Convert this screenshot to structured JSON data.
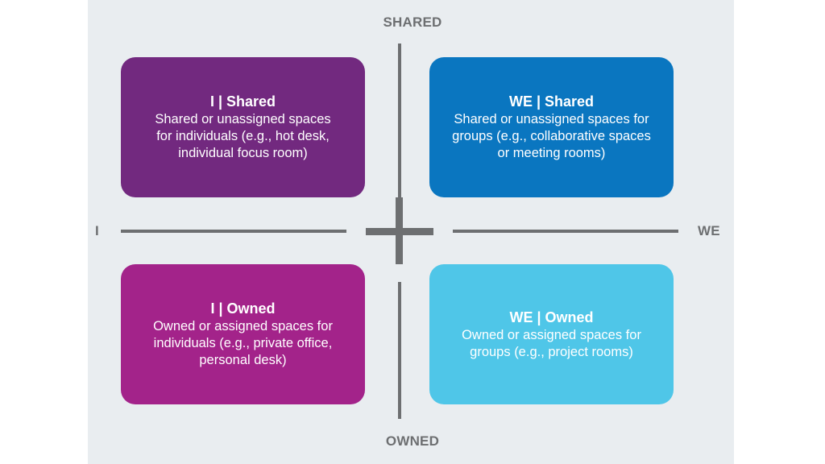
{
  "axes": {
    "top": "SHARED",
    "bottom": "OWNED",
    "left": "I",
    "right": "WE"
  },
  "quadrants": {
    "i_shared": {
      "title": "I | Shared",
      "description": "Shared or unassigned spaces\nfor individuals (e.g., hot desk,\nindividual focus room)",
      "color": "#72297f"
    },
    "we_shared": {
      "title": "WE | Shared",
      "description": "Shared or unassigned spaces for\ngroups (e.g., collaborative spaces\nor meeting rooms)",
      "color": "#0a76c0"
    },
    "i_owned": {
      "title": "I | Owned",
      "description": "Owned or assigned spaces for\nindividuals (e.g., private office,\npersonal desk)",
      "color": "#a3238a"
    },
    "we_owned": {
      "title": "WE | Owned",
      "description": "Owned or assigned spaces for\ngroups (e.g., project rooms)",
      "color": "#4fc6e8"
    }
  },
  "colors": {
    "background": "#e9edf0",
    "axis": "#6d6f71"
  }
}
